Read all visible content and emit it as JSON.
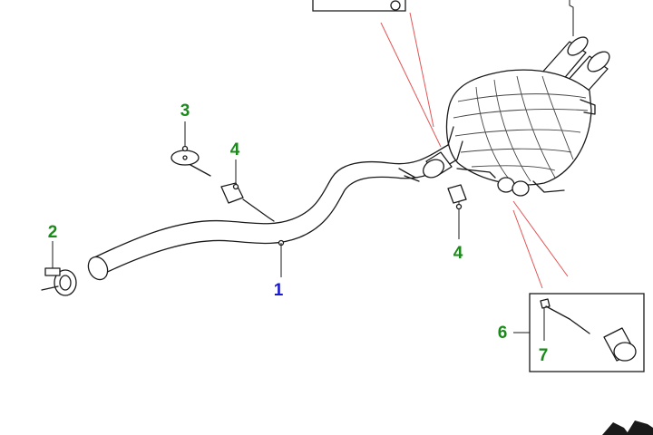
{
  "colors": {
    "callout_green": "#1a8a1a",
    "callout_blue": "#1a1ad0",
    "ink": "#1a1a1a",
    "red_reference": "#e25555"
  },
  "callouts": [
    {
      "id": "c1",
      "text": "1",
      "color": "blue"
    },
    {
      "id": "c2",
      "text": "2",
      "color": "green"
    },
    {
      "id": "c3",
      "text": "3",
      "color": "green"
    },
    {
      "id": "c4a",
      "text": "4",
      "color": "green"
    },
    {
      "id": "c4b",
      "text": "4",
      "color": "green"
    },
    {
      "id": "c6",
      "text": "6",
      "color": "green"
    },
    {
      "id": "c7",
      "text": "7",
      "color": "green"
    }
  ]
}
